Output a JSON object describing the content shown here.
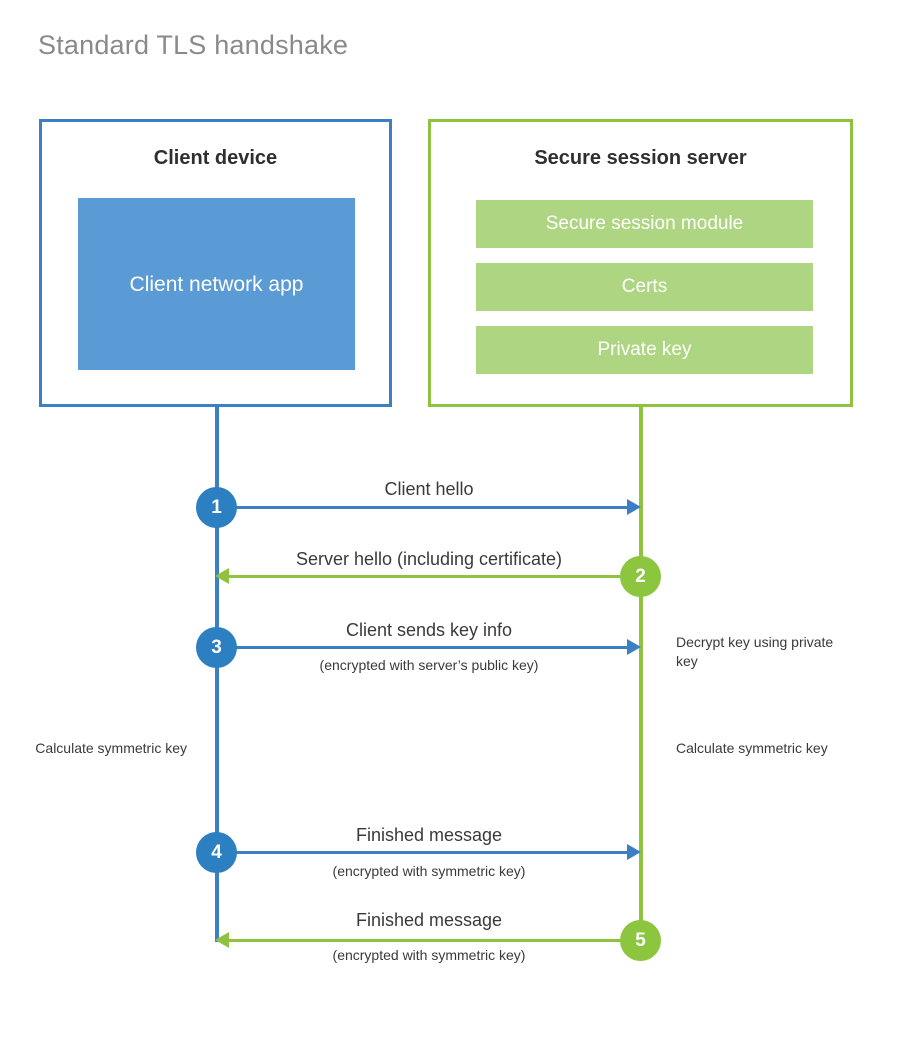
{
  "title": "Standard TLS handshake",
  "colors": {
    "client_border": "#3b7fc4",
    "client_fill": "#5b9bd5",
    "client_circle": "#2c7fc0",
    "server_border": "#8fc33f",
    "server_fill": "#aed581",
    "server_circle": "#8cc63f",
    "title_text": "#8a8a8a",
    "body_text": "#3a3a3a",
    "background": "#ffffff"
  },
  "client": {
    "title": "Client device",
    "app_label": "Client network app"
  },
  "server": {
    "title": "Secure session server",
    "components": [
      "Secure session module",
      "Certs",
      "Private key"
    ]
  },
  "steps": [
    {
      "number": "1",
      "direction": "client-to-server",
      "label": "Client hello",
      "sublabel": ""
    },
    {
      "number": "2",
      "direction": "server-to-client",
      "label": "Server hello (including certificate)",
      "sublabel": ""
    },
    {
      "number": "3",
      "direction": "client-to-server",
      "label": "Client sends key info",
      "sublabel": "(encrypted with server’s public key)"
    },
    {
      "number": "4",
      "direction": "client-to-server",
      "label": "Finished message",
      "sublabel": "(encrypted with symmetric key)"
    },
    {
      "number": "5",
      "direction": "server-to-client",
      "label": "Finished message",
      "sublabel": "(encrypted with symmetric key)"
    }
  ],
  "notes": {
    "decrypt": "Decrypt key using private key",
    "calculate_client": "Calculate symmetric key",
    "calculate_server": "Calculate symmetric key"
  }
}
